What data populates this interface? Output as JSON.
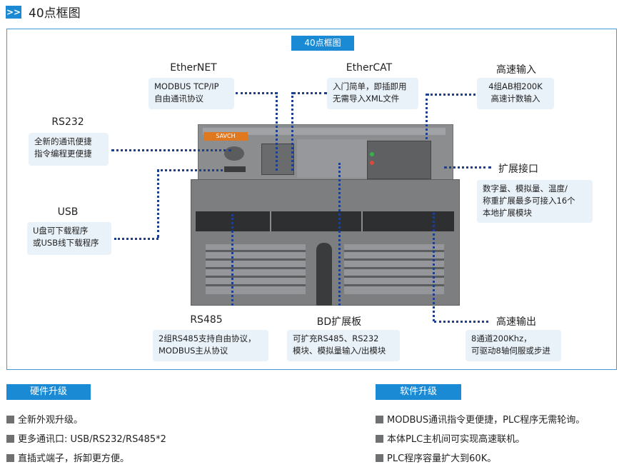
{
  "header": {
    "icon": ">>",
    "title": "40点框图"
  },
  "frame": {
    "title": "40点框图"
  },
  "callouts": {
    "ethernet": {
      "label": "EtherNET",
      "text1": "MODBUS TCP/IP",
      "text2": "自由通讯协议"
    },
    "ethercat": {
      "label": "EtherCAT",
      "text1": "入门简单，即插即用",
      "text2": "无需导入XML文件"
    },
    "highspeed_in": {
      "label": "高速输入",
      "text1": "4组AB相200K",
      "text2": "高速计数输入"
    },
    "rs232": {
      "label": "RS232",
      "text1": "全新的通讯便捷",
      "text2": "指令编程更便捷"
    },
    "expansion": {
      "label": "扩展接口",
      "text1": "数字量、模拟量、温度/",
      "text2": "称重扩展最多可接入16个",
      "text3": "本地扩展模块"
    },
    "usb": {
      "label": "USB",
      "text1": "U盘可下载程序",
      "text2": "或USB线下载程序"
    },
    "rs485": {
      "label": "RS485",
      "text1": "2组RS485支持自由协议，",
      "text2": "MODBUS主从协议"
    },
    "bd": {
      "label": "BD扩展板",
      "text1": "可扩充RS485、RS232",
      "text2": "模块、模拟量输入/出模块"
    },
    "highspeed_out": {
      "label": "高速输出",
      "text1": "8通道200Khz，",
      "text2": "可驱动8轴伺服或步进"
    }
  },
  "device": {
    "brand": "SAVCH"
  },
  "hardware": {
    "title": "硬件升级",
    "items": [
      "全新外观升级。",
      "更多通讯口: USB/RS232/RS485*2",
      "直插式端子，拆卸更方便。"
    ]
  },
  "software": {
    "title": "软件升级",
    "items": [
      "MODBUS通讯指令更便捷，PLC程序无需轮询。",
      "本体PLC主机间可实现高速联机。",
      "PLC程序容量扩大到60K。"
    ]
  },
  "colors": {
    "accent": "#1a8ad4",
    "dotted_line": "#1d3f91",
    "callout_bg": "#e9f1f9",
    "frame_border": "#3f9ad6"
  }
}
